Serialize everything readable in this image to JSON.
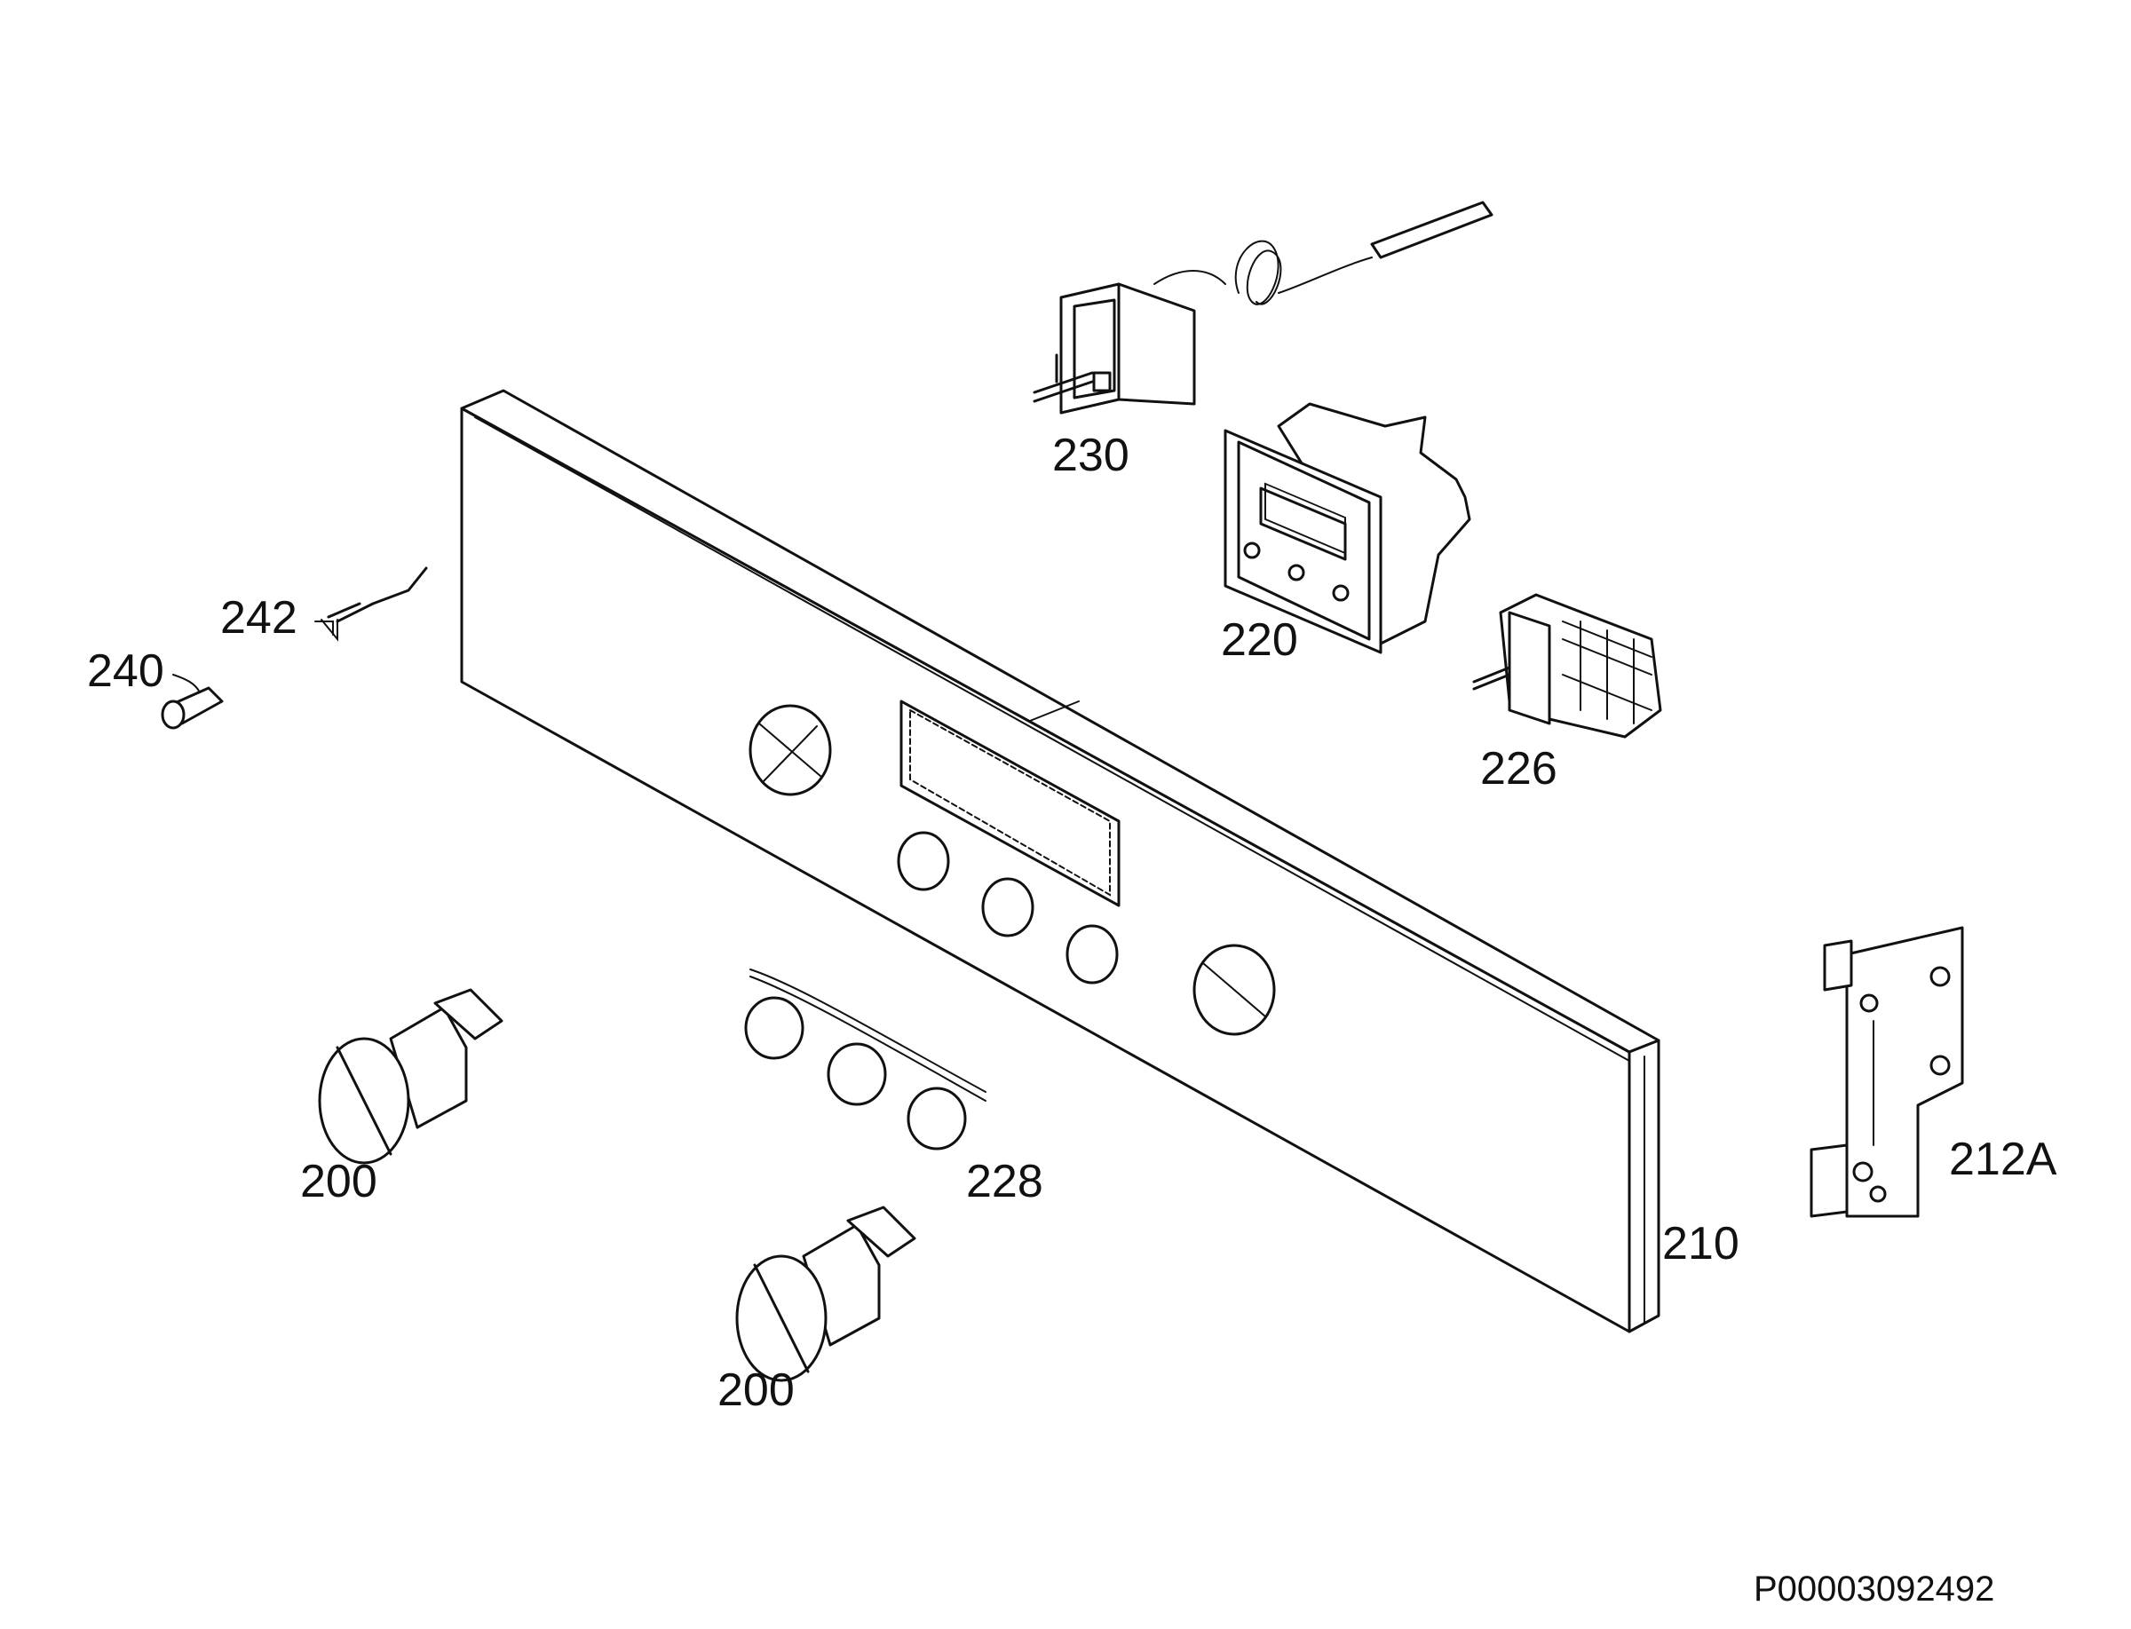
{
  "diagram": {
    "labels": {
      "p200a": "200",
      "p200b": "200",
      "p210": "210",
      "p212a": "212A",
      "p220": "220",
      "p226": "226",
      "p228": "228",
      "p230": "230",
      "p240": "240",
      "p242": "242"
    },
    "document_number": "P00003092492",
    "line_color": "#111111",
    "background": "#ffffff"
  }
}
